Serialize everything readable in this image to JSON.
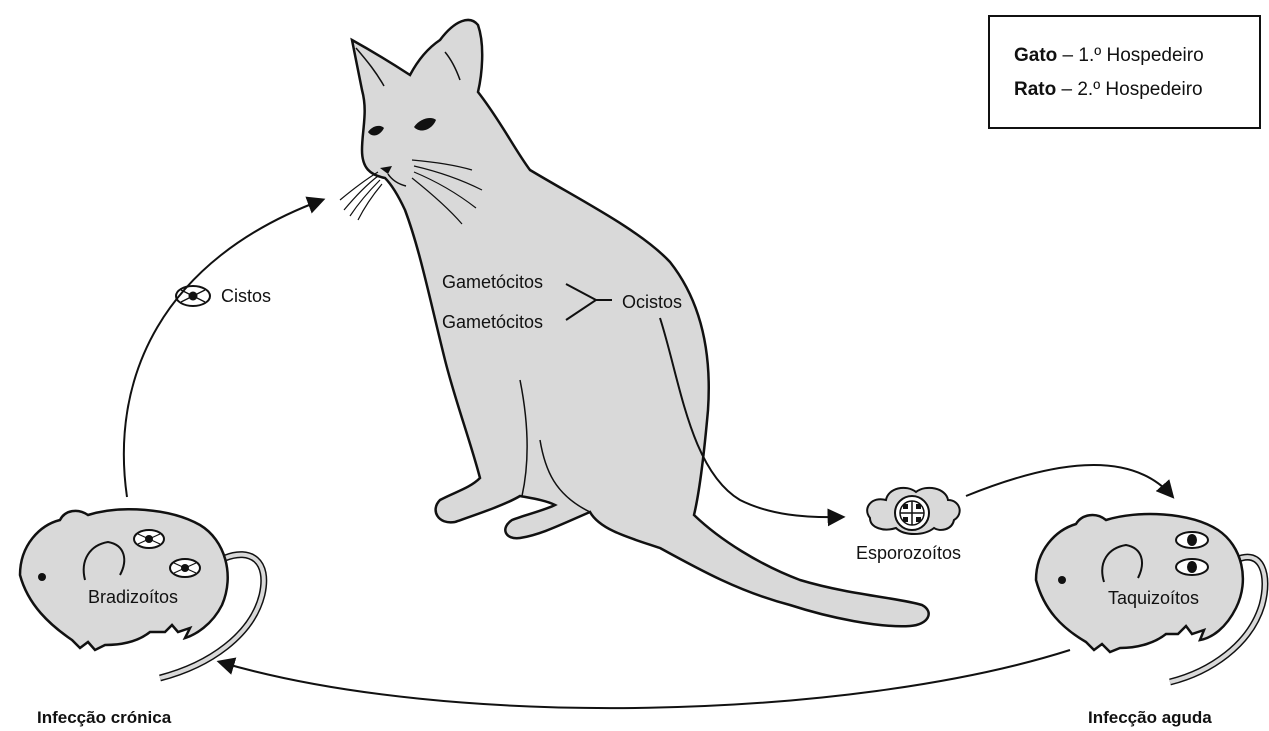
{
  "legend": {
    "row1_bold": "Gato",
    "row1_rest": " – 1.º Hospedeiro",
    "row2_bold": "Rato",
    "row2_rest": " – 2.º Hospedeiro"
  },
  "labels": {
    "gametocitos_1": "Gametócitos",
    "gametocitos_2": "Gametócitos",
    "ocistos": "Ocistos",
    "cistos": "Cistos",
    "esporozoitos": "Esporozoítos",
    "bradizoitos": "Bradizoítos",
    "taquizoitos": "Taquizoítos",
    "infeccao_cronica": "Infecção crónica",
    "infeccao_aguda": "Infecção aguda"
  },
  "colors": {
    "animal_fill": "#d9d9d9",
    "line": "#111111",
    "background": "#ffffff"
  }
}
